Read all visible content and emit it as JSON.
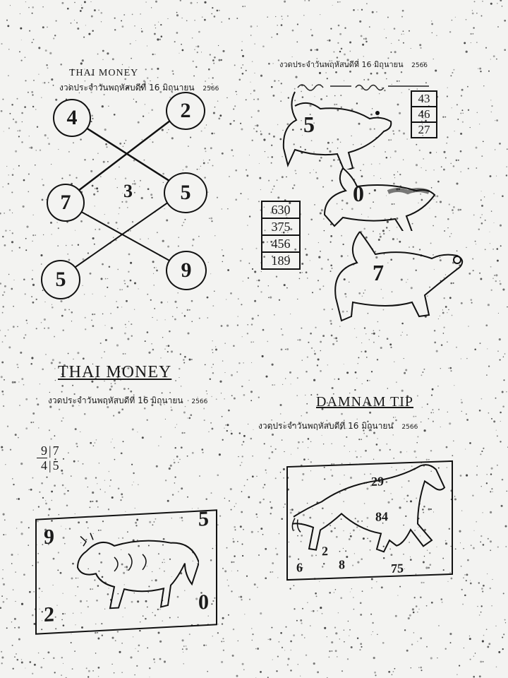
{
  "colors": {
    "paper": "#f3f3f1",
    "ink": "#111111"
  },
  "top_left": {
    "brand": "THAI MONEY",
    "dateline": "งวดประจำวันพฤหัสบดีที่ 16 มิถุนายน",
    "year": "2566",
    "circles": [
      "4",
      "2",
      "7",
      "5",
      "5",
      "9"
    ],
    "center_number": "3"
  },
  "top_right": {
    "dateline": "งวดประจำวันพฤหัสบดีที่ 16 มิถุนายน",
    "year": "2566",
    "small_box": [
      "43",
      "46",
      "27"
    ],
    "big_box": [
      "630",
      "375",
      "456",
      "189"
    ],
    "animal_digits": [
      "5",
      "0",
      "7"
    ],
    "animal_icon": "rat-icon"
  },
  "bottom_left": {
    "brand": "THAI MONEY",
    "dateline": "งวดประจำวันพฤหัสบดีที่ 16 มิถุนายน",
    "year": "2566",
    "fraction": {
      "top_left": "9",
      "top_right": "7",
      "bottom_left": "4",
      "bottom_right": "5"
    },
    "corners": {
      "top_left": "9",
      "top_right": "5",
      "bottom_left": "2",
      "bottom_right": "0"
    },
    "animal_icon": "tiger-icon"
  },
  "bottom_right": {
    "brand": "DAMNAM TIP",
    "dateline": "งวดประจำวันพฤหัสบดีที่ 16 มิถุนายน",
    "year": "2566",
    "horse_numbers": [
      "29",
      "84",
      "2",
      "6",
      "8",
      "75"
    ],
    "animal_icon": "horse-icon"
  }
}
